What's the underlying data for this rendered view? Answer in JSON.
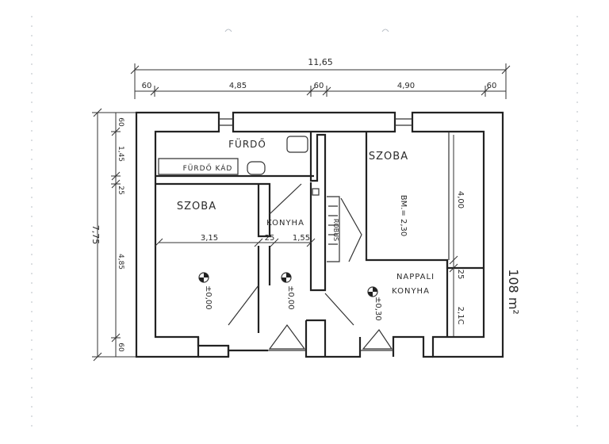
{
  "dimensions": {
    "total_width": "11,65",
    "top_segments": [
      "60",
      "4,85",
      "60",
      "4,90",
      "60"
    ],
    "total_height": "7,75",
    "left_segments": [
      "60",
      "1,45",
      "25",
      "4,85",
      "60"
    ],
    "kitchen_width": "3,15",
    "kitchen_wall": "25",
    "kitchen_right": "1,55",
    "right_room_height": "4,00",
    "right_wall": "25",
    "right_lower": "2,1C"
  },
  "rooms": {
    "furdo": "FÜRDŐ",
    "furdokad": "FÜRDŐ KÁD",
    "szoba_left": "SZOBA",
    "szoba_right": "SZOBA",
    "konyha": "KONYHA",
    "nappali": "NAPPALI",
    "nappali2": "KONYHA",
    "belmagassag": "BM.= 2,30"
  },
  "levels": {
    "left": "±0,00",
    "center": "±0,00",
    "right": "±0,30"
  },
  "area": "108 m²",
  "stair_label": "ROBUS"
}
